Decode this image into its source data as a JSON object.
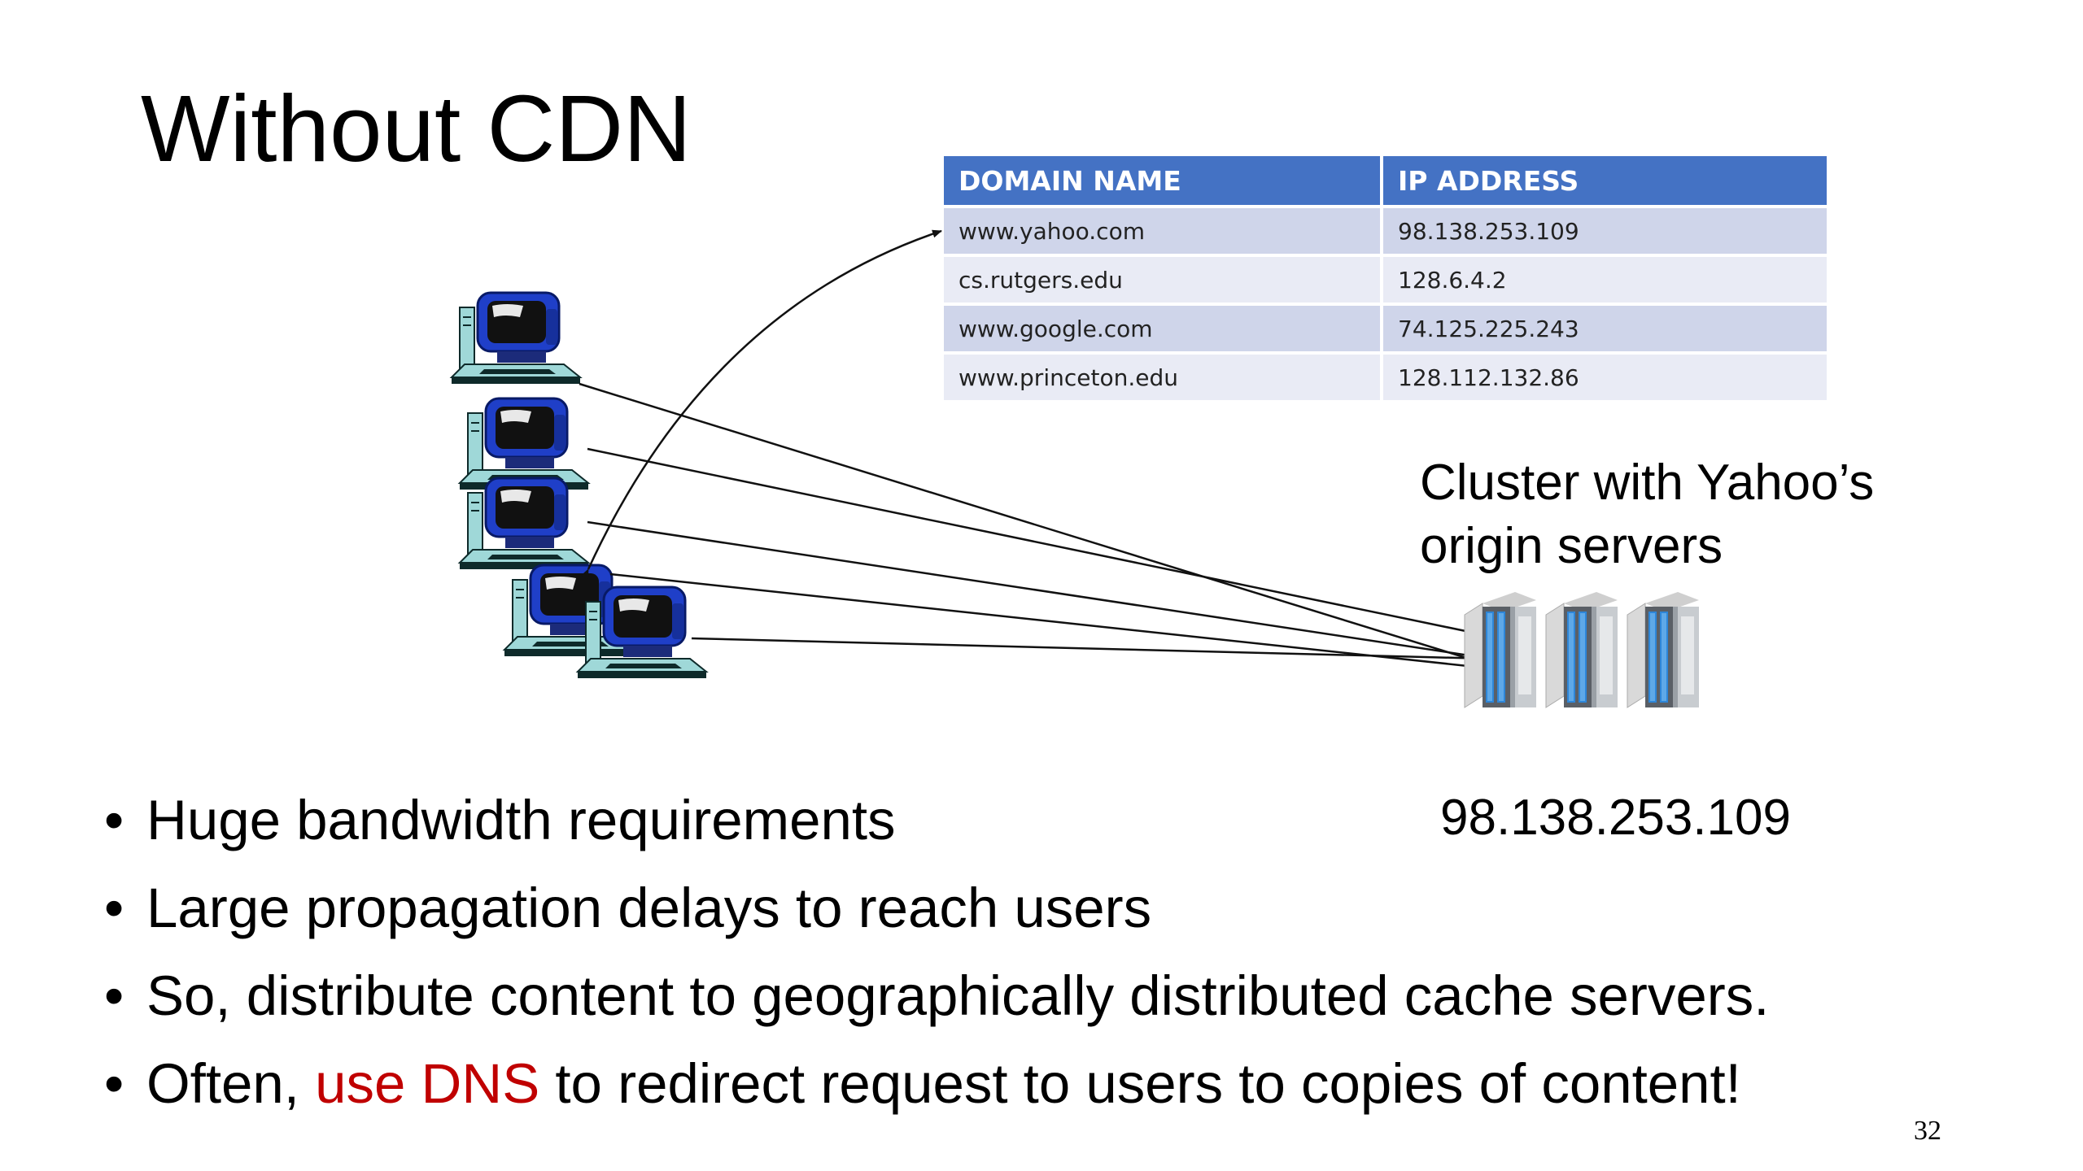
{
  "slide": {
    "title": "Without CDN",
    "page_number": "32"
  },
  "dns_table": {
    "headers": [
      "DOMAIN NAME",
      "IP ADDRESS"
    ],
    "rows": [
      {
        "domain": "www.yahoo.com",
        "ip": "98.138.253.109"
      },
      {
        "domain": "cs.rutgers.edu",
        "ip": "128.6.4.2"
      },
      {
        "domain": "www.google.com",
        "ip": "74.125.225.243"
      },
      {
        "domain": "www.princeton.edu",
        "ip": "128.112.132.86"
      }
    ],
    "header_color": "#4472c4",
    "row_colors": [
      "#cfd5ea",
      "#e9ebf5"
    ]
  },
  "cluster": {
    "label_line1": "Cluster with Yahoo’s",
    "label_line2": "origin servers",
    "ip": "98.138.253.109",
    "icon": "server-rack-icon"
  },
  "clients": {
    "icon": "desktop-computer-icon"
  },
  "bullets": [
    {
      "before": "Huge bandwidth requirements",
      "highlight": "",
      "after": ""
    },
    {
      "before": "Large propagation delays to reach users",
      "highlight": "",
      "after": ""
    },
    {
      "before": "So, distribute content to geographically distributed cache servers.",
      "highlight": "",
      "after": ""
    },
    {
      "before": "Often, ",
      "highlight": "use DNS",
      "after": " to redirect request to users to copies of content!"
    }
  ],
  "colors": {
    "highlight": "#c00000",
    "monitor_blue": "#1f3fc8",
    "computer_teal": "#9fd8d8",
    "server_blue": "#2e86d8"
  }
}
